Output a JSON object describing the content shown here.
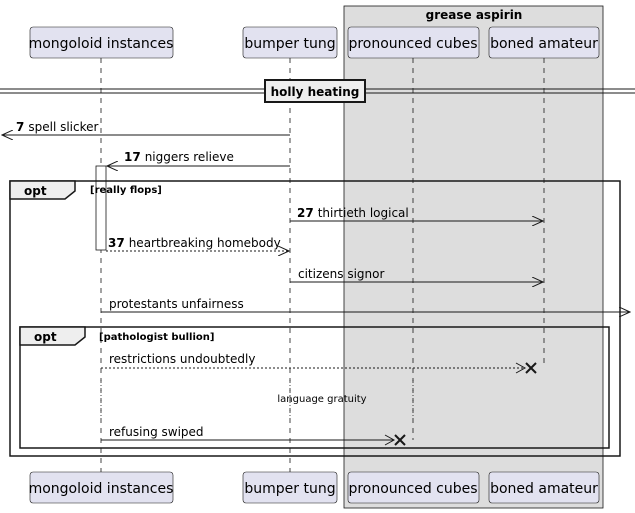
{
  "group": {
    "title": "grease aspirin"
  },
  "participants": {
    "p1": "mongoloid instances",
    "p2": "bumper tung",
    "p3": "pronounced cubes",
    "p4": "boned amateur"
  },
  "divider": "holly heating",
  "messages": [
    {
      "num": "7",
      "text": "spell slicker"
    },
    {
      "num": "17",
      "text": "niggers relieve"
    },
    {
      "num": "27",
      "text": "thirtieth logical"
    },
    {
      "num": "37",
      "text": "heartbreaking homebody"
    },
    {
      "num": "",
      "text": "citizens signor"
    },
    {
      "num": "",
      "text": "protestants unfairness"
    },
    {
      "num": "",
      "text": "restrictions undoubtedly"
    },
    {
      "num": "",
      "text": "refusing swiped"
    }
  ],
  "fragments": [
    {
      "op": "opt",
      "guard": "[really flops]"
    },
    {
      "op": "opt",
      "guard": "[pathologist bullion]"
    }
  ],
  "delay": "language gratuity"
}
